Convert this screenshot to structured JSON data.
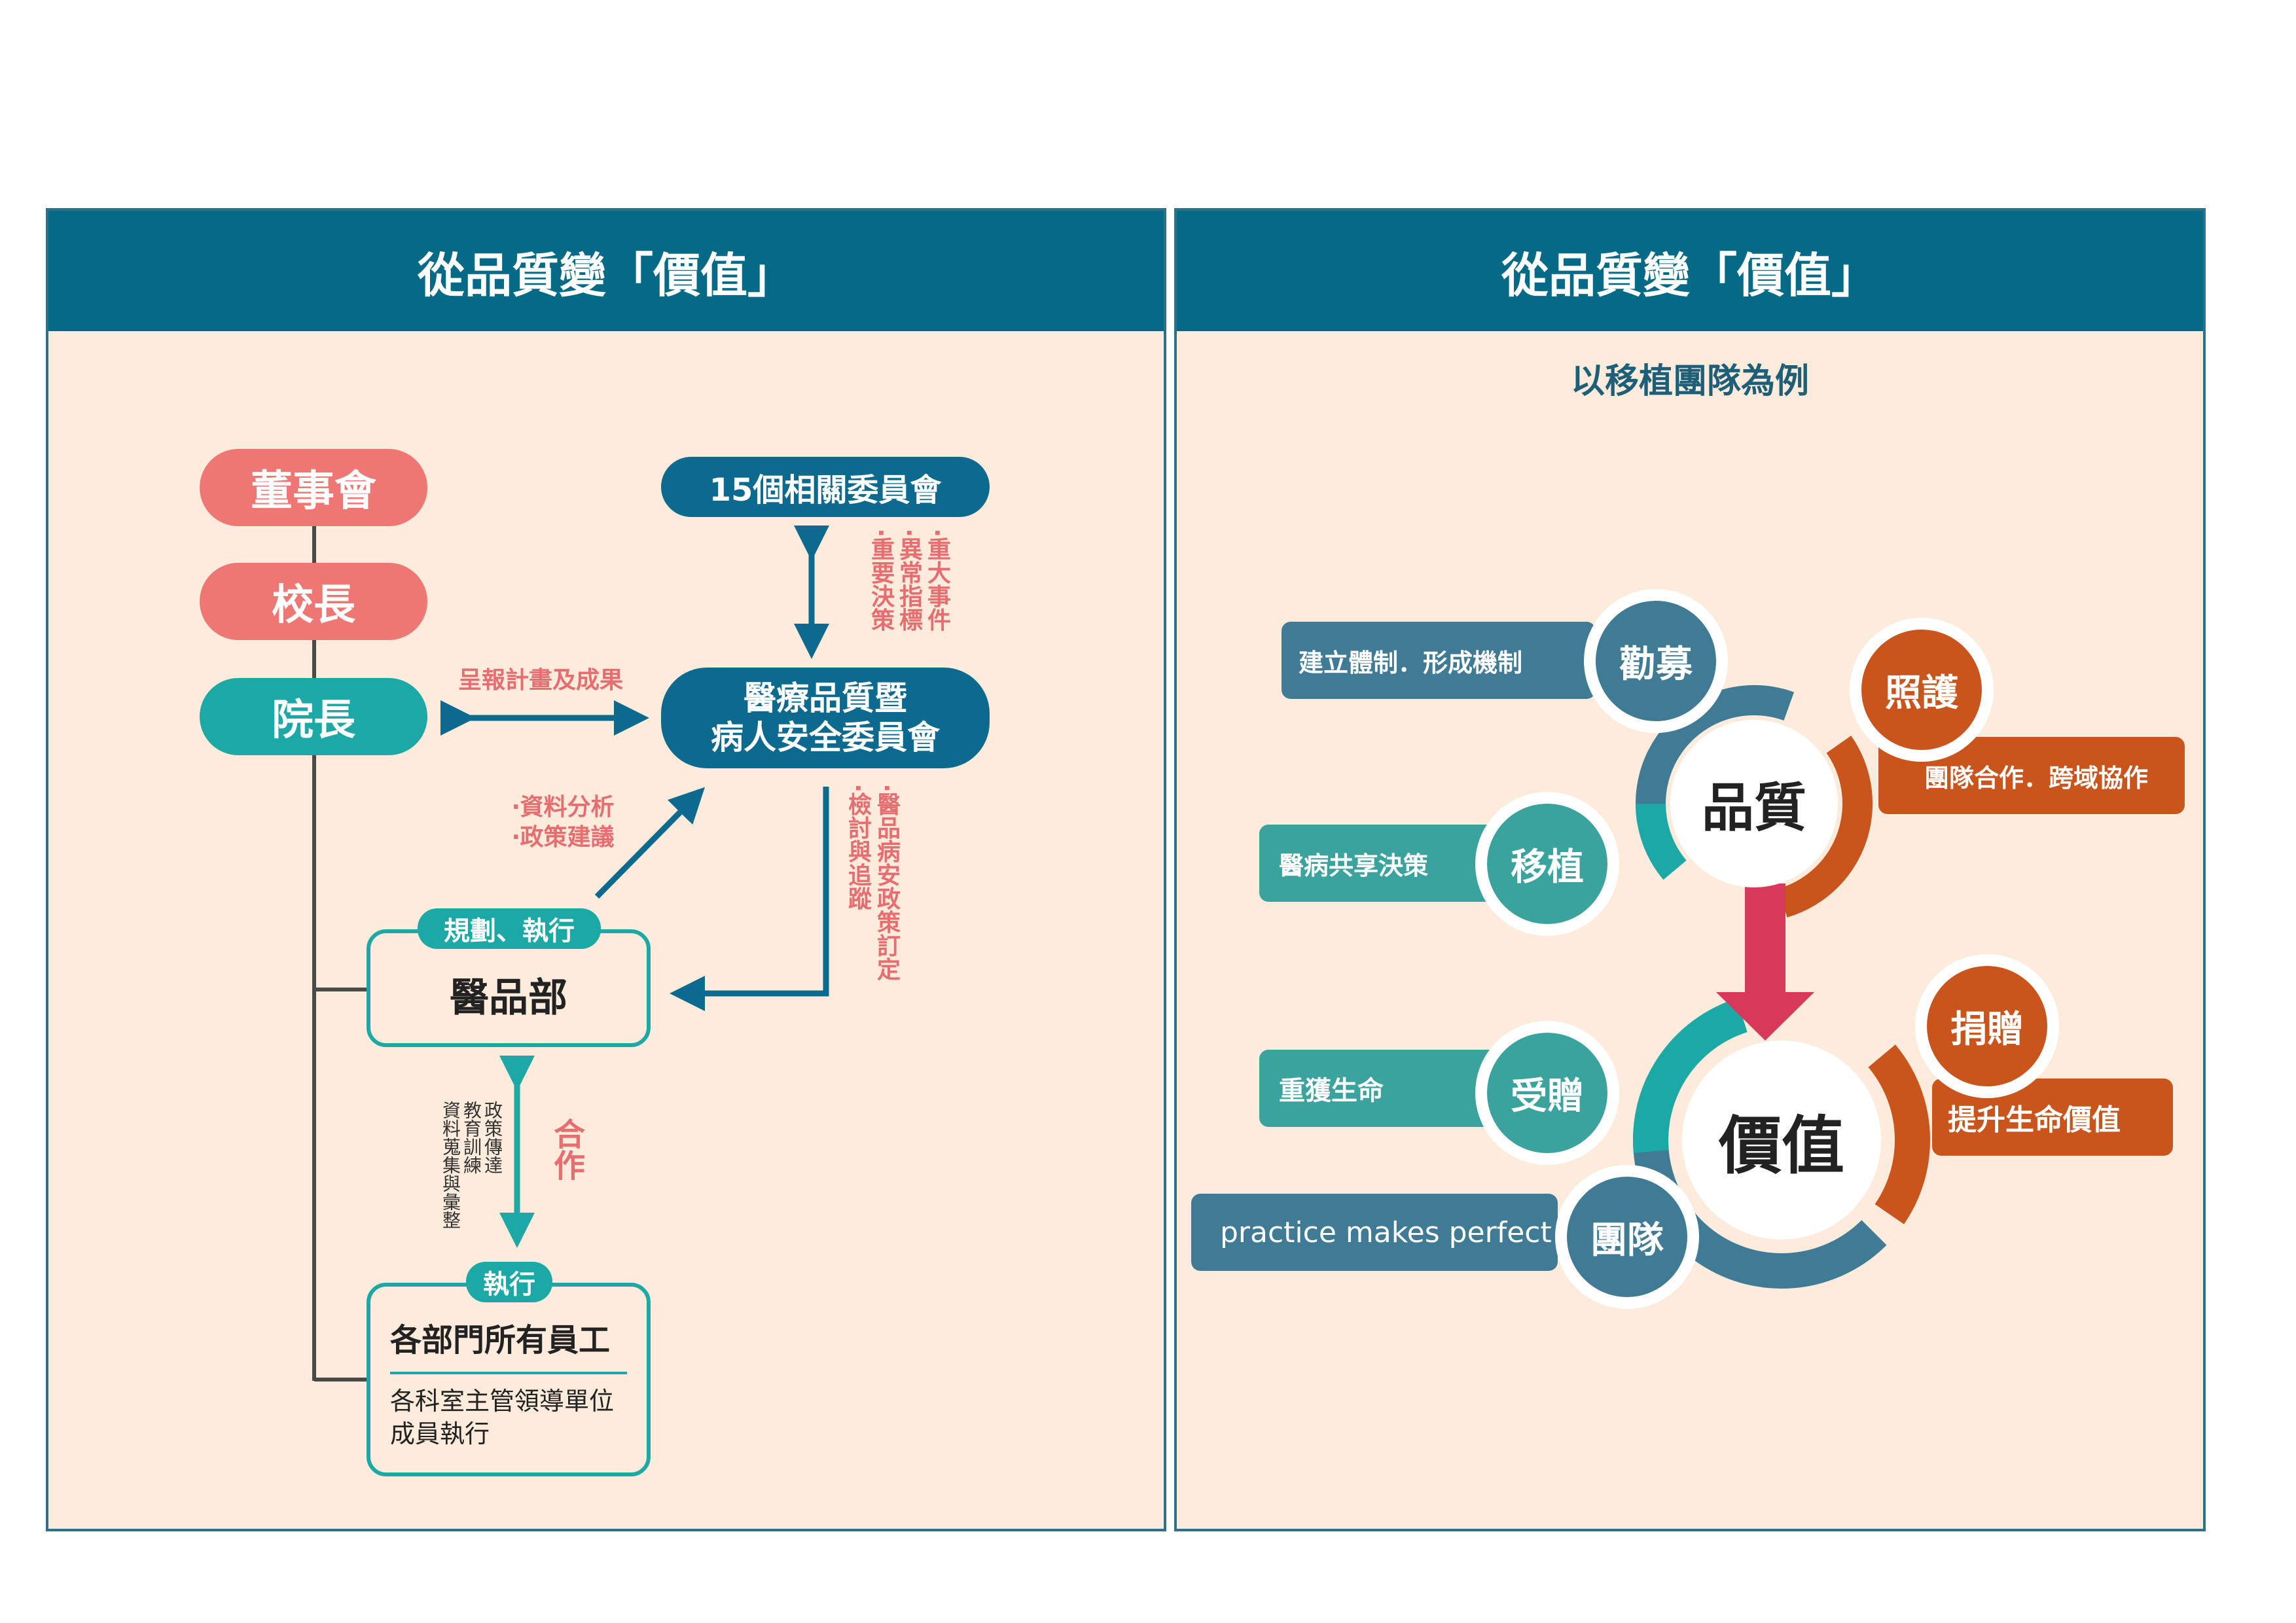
{
  "left_panel": {
    "title": "從品質變「價值」",
    "board": "董事會",
    "president": "校長",
    "superintendent": "院長",
    "committees": "15個相關委員會",
    "safety_committee": "醫療品質暨\n病人安全委員會",
    "report_label": "呈報計畫及成果",
    "vertical_right_1": "‧重大事件",
    "vertical_right_2": "‧異常指標",
    "vertical_right_3": "‧重要決策",
    "analysis_1": "‧資料分析",
    "analysis_2": "‧政策建議",
    "policy_1": "‧醫品病安政策訂定",
    "policy_2": "‧檢討與追蹤",
    "plan_tag": "規劃、執行",
    "dept": "醫品部",
    "coop": "合作",
    "small_1": "政策傳達",
    "small_2": "教育訓練",
    "small_3": "資料蒐集與彙整",
    "exec_tag": "執行",
    "staff_title": "各部門所有員工",
    "staff_desc": "各科室主管領導單位\n成員執行"
  },
  "right_panel": {
    "title": "從品質變「價值」",
    "subtitle": "以移植團隊為例",
    "quality": "品質",
    "value": "價值",
    "recruit": "勸募",
    "recruit_bar": "建立體制．形成機制",
    "care": "照護",
    "care_bar": "團隊合作．跨域協作",
    "transplant": "移植",
    "transplant_bar": "醫病共享決策",
    "donate": "捐贈",
    "donate_bar": "提升生命價值",
    "receive": "受贈",
    "receive_bar": "重獲生命",
    "team": "團隊",
    "team_bar": "practice makes perfect"
  },
  "colors": {
    "navy": "#0b6a8d",
    "teal": "#1ca9a5",
    "pink": "#ee7773",
    "orange": "#c9551d",
    "blue": "#3f7b95",
    "arrow": "#d8395a"
  }
}
